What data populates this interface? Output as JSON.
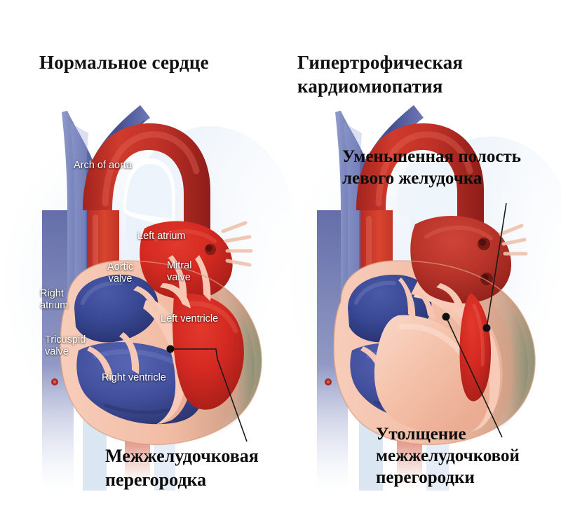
{
  "figure": {
    "kind": "anatomical-illustration",
    "subject": "heart-cross-section-comparison",
    "panels": [
      {
        "id": "normal",
        "title": "Нормальное сердце",
        "caption": "Межжелудочковая\nперегородка"
      },
      {
        "id": "hypertrophic",
        "title": "Гипертрофическая\nкардиомиопатия",
        "annotation_top": "Уменьшенная полость\nлевого желудочка",
        "caption": "Утолщение\nмежжелудочковой\nперегородки"
      }
    ]
  },
  "labels": {
    "arch_of_aorta": "Arch of aorta",
    "left_atrium": "Left atrium",
    "aortic_valve": "Aortic\nvalve",
    "mitral_valve": "Mitral\nvalve",
    "right_atrium": "Right\natrium",
    "tricuspid_valve": "Tricuspid\nvalve",
    "left_ventricle": "Left ventricle",
    "right_ventricle": "Right ventricle"
  },
  "colors": {
    "background": "#ffffff",
    "oxygenated_blood_red": "#d42a22",
    "deoxygenated_blood_blue": "#3a4a96",
    "myocardium_pink": "#f3bca6",
    "vessel_blue": "#5a639f",
    "aorta_red": "#c0332b",
    "label_text_white": "#ffffff",
    "title_text": "#111111",
    "leader_line": "#1a1a1a"
  }
}
